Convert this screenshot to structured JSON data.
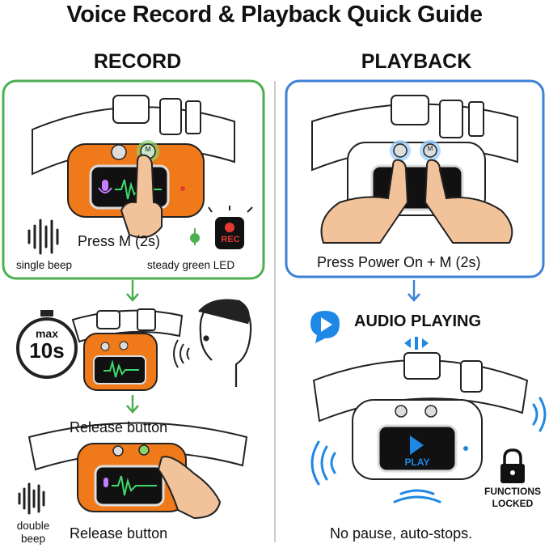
{
  "title": "Voice Record & Playback Quick Guide",
  "record": {
    "heading": "RECORD",
    "step1_label": "Press M (2s)",
    "beep1_label": "single beep",
    "led_label": "steady green LED",
    "rec_badge": "REC",
    "timer_max": "max",
    "timer_value": "10s",
    "step2_label": "Release button",
    "step3_label": "Release button",
    "beep2_label": "double beep",
    "button_m": "M",
    "colors": {
      "frame": "#4caf50",
      "device": "#f07a1a",
      "rec": "#e53935"
    }
  },
  "playback": {
    "heading": "PLAYBACK",
    "step1_label": "Press Power On + M (2s)",
    "audio_label": "AUDIO PLAYING",
    "play_label": "PLAY",
    "locked_label_1": "FUNCTIONS",
    "locked_label_2": "LOCKED",
    "footer": "No pause, auto-stops.",
    "button_m": "M",
    "colors": {
      "frame": "#3b82d6",
      "accent": "#1e88e5"
    }
  }
}
